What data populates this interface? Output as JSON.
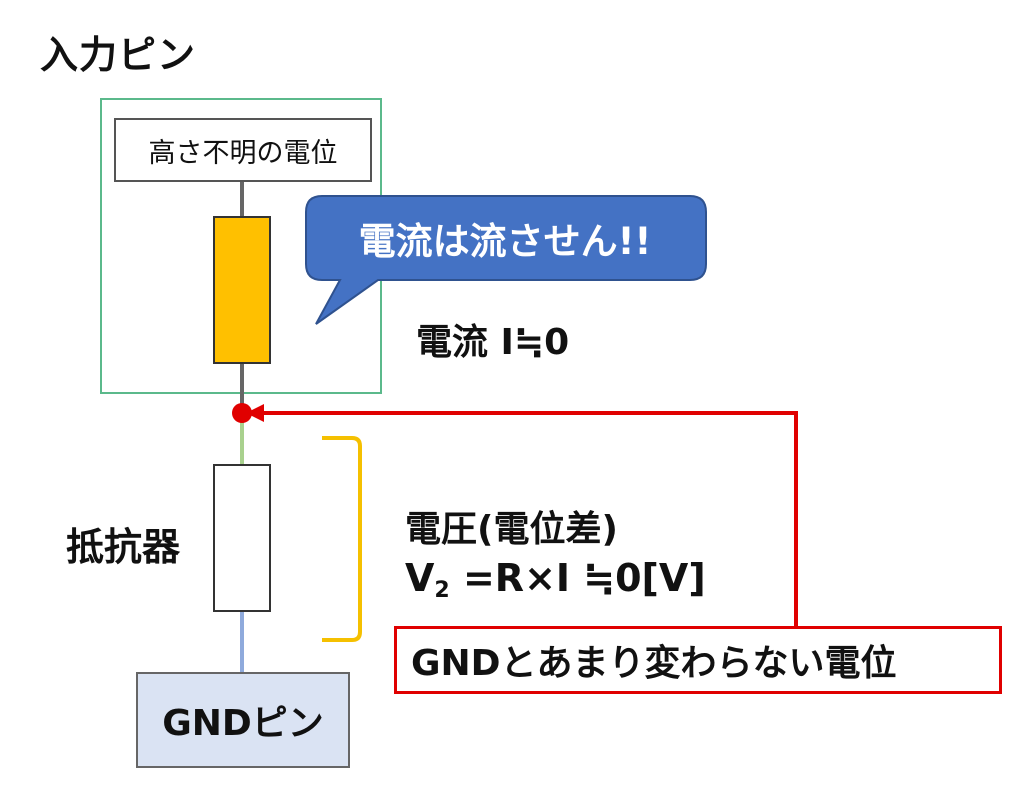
{
  "title": "入力ピン",
  "input_pin": {
    "potential_label": "高さ不明の電位",
    "callout": "電流は流させん!!",
    "current_label": "電流 I≒0"
  },
  "resistor": {
    "label": "抵抗器",
    "voltage_title": "電圧(電位差)",
    "voltage_v": "V",
    "voltage_sub": "2",
    "voltage_rest": " =R×I ≒0[V]"
  },
  "gnd_note": "GNDとあまり変わらない電位",
  "gnd_pin": "GNDピン",
  "colors": {
    "input_frame": "#5bb98b",
    "input_resistor": "#ffc000",
    "callout_fill": "#4472c4",
    "arrow": "#e00000",
    "bracket": "#f5c000",
    "gnd_fill": "#dae3f3"
  }
}
